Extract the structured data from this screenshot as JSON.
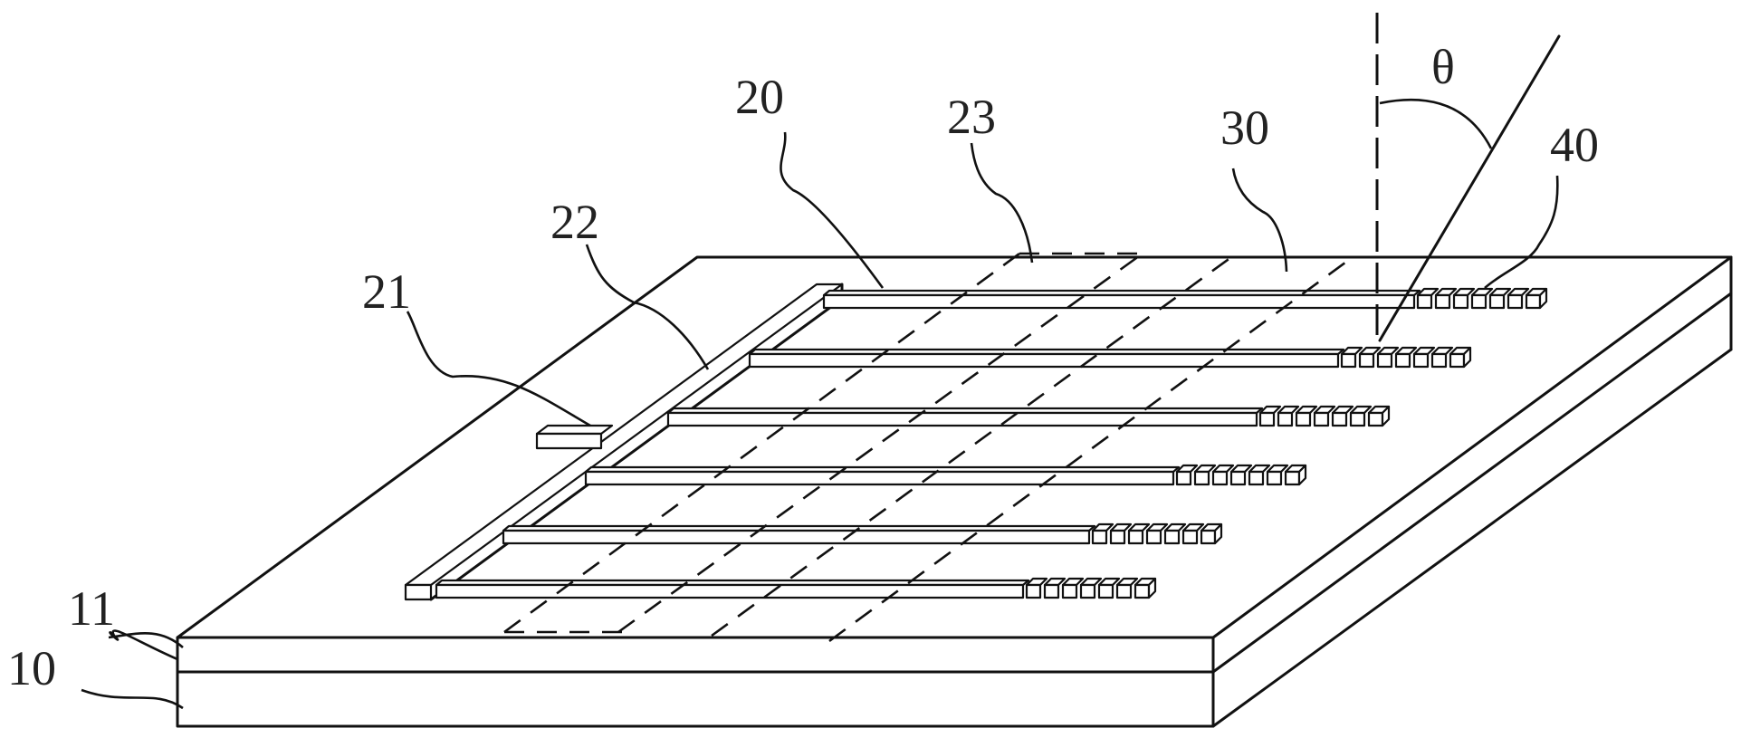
{
  "labels": {
    "substrate": "10",
    "top_layer": "11",
    "electrode": "20",
    "pad": "21",
    "bus_bar": "22",
    "region": "23",
    "waveguide": "30",
    "grating": "40",
    "angle": "θ"
  },
  "colors": {
    "line": "#111111",
    "background": "#ffffff",
    "text": "#222222"
  }
}
